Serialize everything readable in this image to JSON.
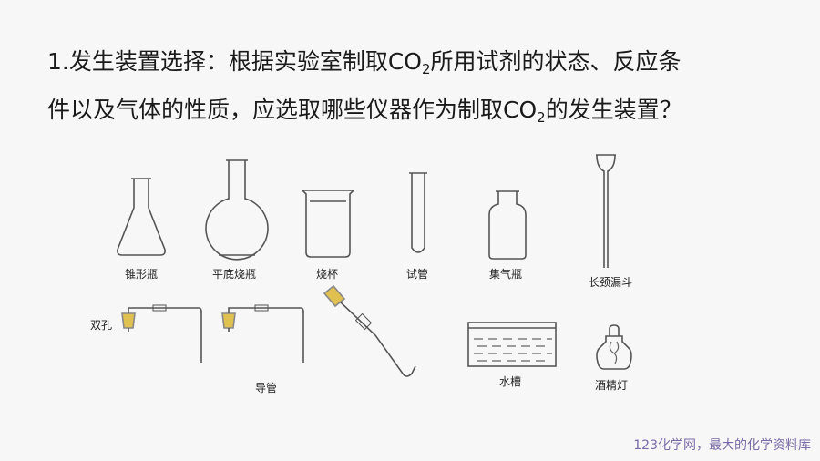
{
  "question": {
    "line1_pre": "1.发生装置选择：根据实验室制取CO",
    "line1_sub": "2",
    "line1_post": "所用试剂的状态、反应条",
    "line2_pre": "件以及气体的性质，应选取哪些仪器作为制取CO",
    "line2_sub": "2",
    "line2_post": "的发生装置？"
  },
  "apparatus": {
    "conical_flask": "锥形瓶",
    "round_flask": "平底烧瓶",
    "beaker": "烧杯",
    "test_tube": "试管",
    "gas_bottle": "集气瓶",
    "long_funnel": "长颈漏斗",
    "double_hole": "双孔",
    "delivery_tube": "导管",
    "water_trough": "水槽",
    "alcohol_lamp": "酒精灯"
  },
  "footer": "123化学网，最大的化学资料库"
}
